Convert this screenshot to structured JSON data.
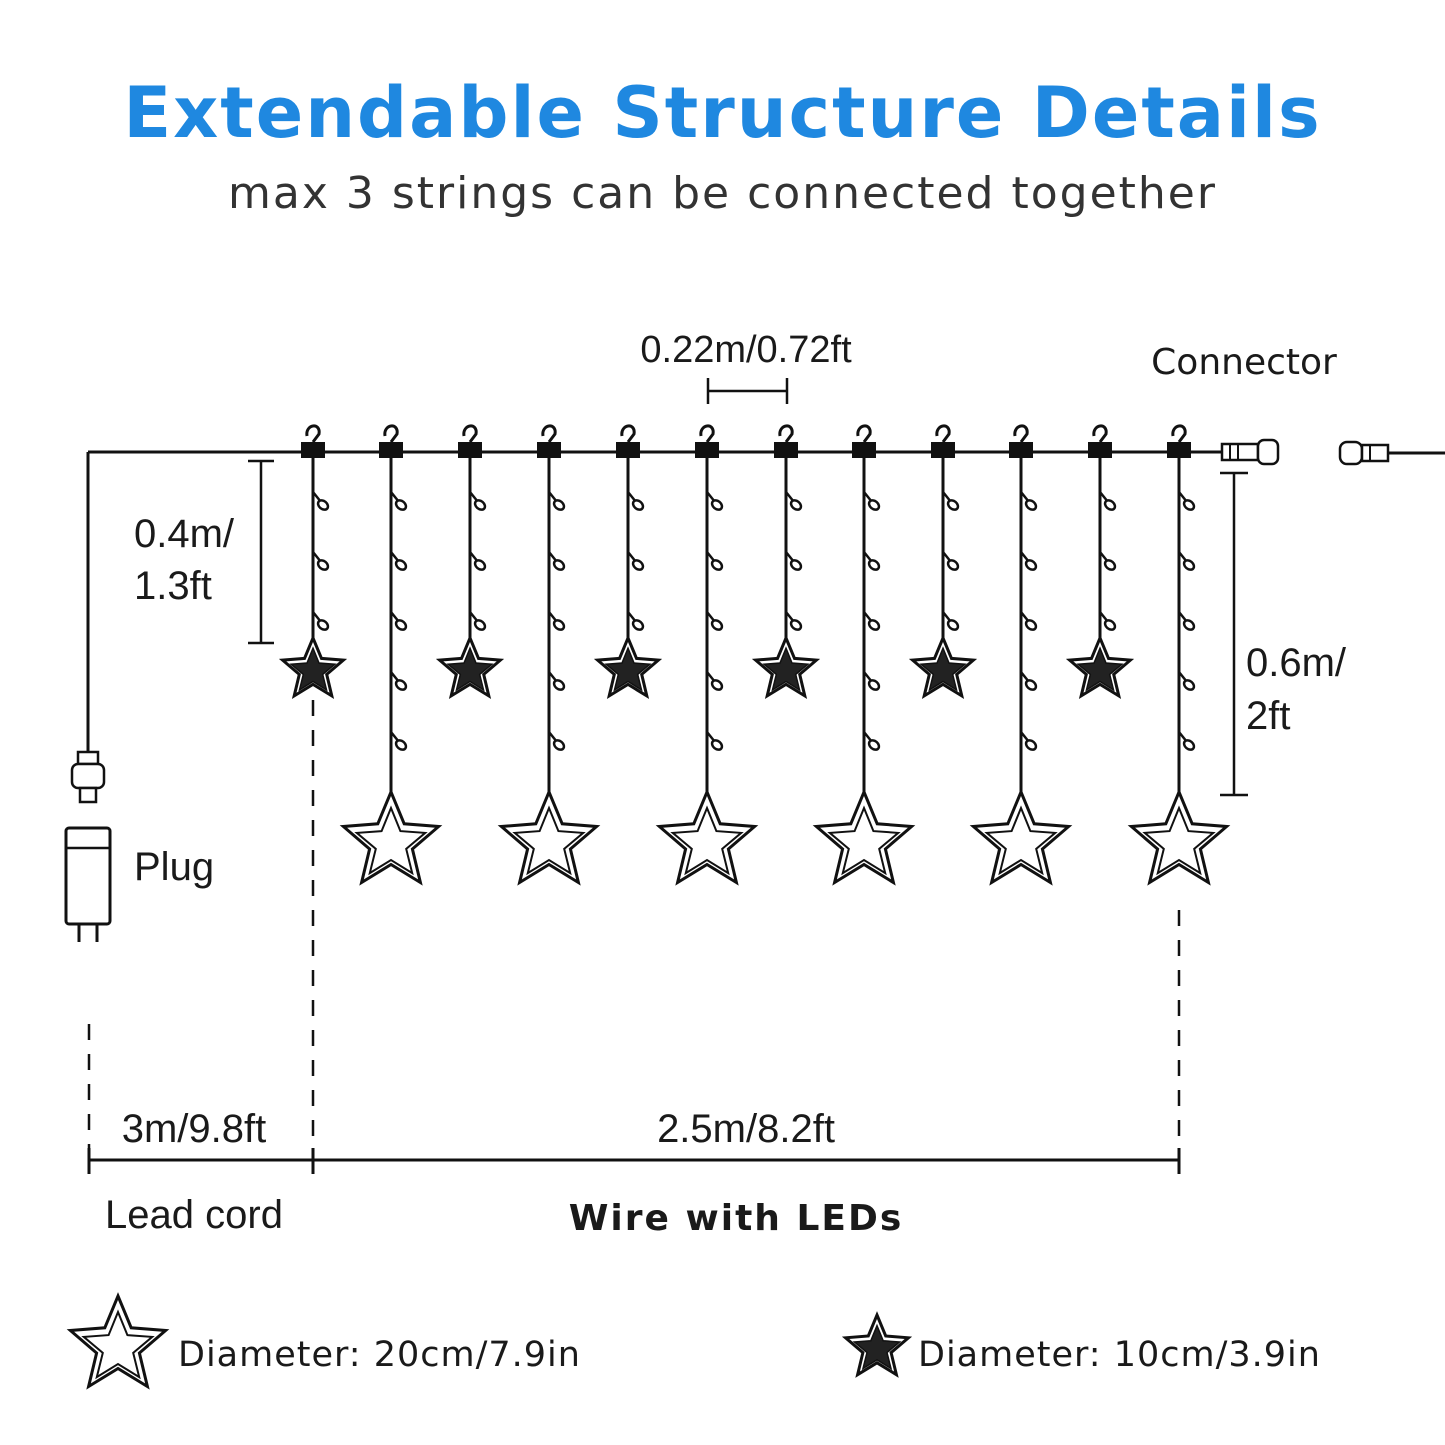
{
  "header": {
    "title": "Extendable Structure Details",
    "subtitle": "max 3 strings can be connected together"
  },
  "labels": {
    "spacing": "0.22m/0.72ft",
    "connector": "Connector",
    "short_drop_line1": "0.4m/",
    "short_drop_line2": "1.3ft",
    "long_drop_line1": "0.6m/",
    "long_drop_line2": "2ft",
    "plug": "Plug",
    "lead_length": "3m/9.8ft",
    "wire_length": "2.5m/8.2ft",
    "lead_cord": "Lead cord",
    "wire_with_leds": "Wire with LEDs"
  },
  "legend": {
    "large_star": "Diameter: 20cm/7.9in",
    "small_star": "Diameter: 10cm/3.9in"
  },
  "colors": {
    "title": "#1f88e0",
    "subtitle": "#333333",
    "line": "#111111"
  },
  "icons": {
    "large_star": "star-outline-large-icon",
    "small_star": "star-outline-small-icon",
    "hook": "hook-icon",
    "plug": "plug-icon",
    "connector": "connector-icon"
  }
}
